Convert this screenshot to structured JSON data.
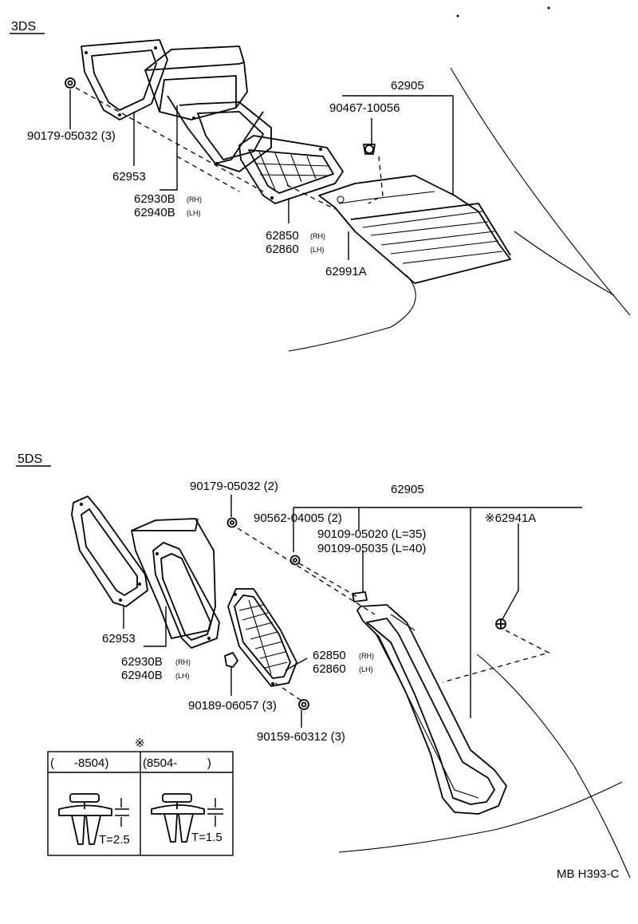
{
  "sections": {
    "s3ds": {
      "title": "3DS"
    },
    "s5ds": {
      "title": "5DS"
    }
  },
  "parts_3ds": {
    "p62905": "62905",
    "p90467": "90467-10056",
    "p90179": "90179-05032 (3)",
    "p62953": "62953",
    "p62930b": "62930B",
    "p62930b_side": "(RH)",
    "p62940b": "62940B",
    "p62940b_side": "(LH)",
    "p62850": "62850",
    "p62850_side": "(RH)",
    "p62860": "62860",
    "p62860_side": "(LH)",
    "p62991a": "62991A"
  },
  "parts_5ds": {
    "p62905": "62905",
    "p90179": "90179-05032 (2)",
    "p90562": "90562-04005 (2)",
    "p90109a": "90109-05020 (L=35)",
    "p90109b": "90109-05035 (L=40)",
    "p62941a": "※62941A",
    "p62953": "62953",
    "p62930b": "62930B",
    "p62930b_side": "(RH)",
    "p62940b": "62940B",
    "p62940b_side": "(LH)",
    "p62850": "62850",
    "p62850_side": "(RH)",
    "p62860": "62860",
    "p62860_side": "(LH)",
    "p90189": "90189-06057 (3)",
    "p90159": "90159-60312 (3)"
  },
  "clip_table": {
    "mark": "※",
    "col1_header": "(      -8504)",
    "col2_header": "(8504-         )",
    "col1_t": "T=2.5",
    "col2_t": "T=1.5"
  },
  "figure_code": "MB H393-C"
}
